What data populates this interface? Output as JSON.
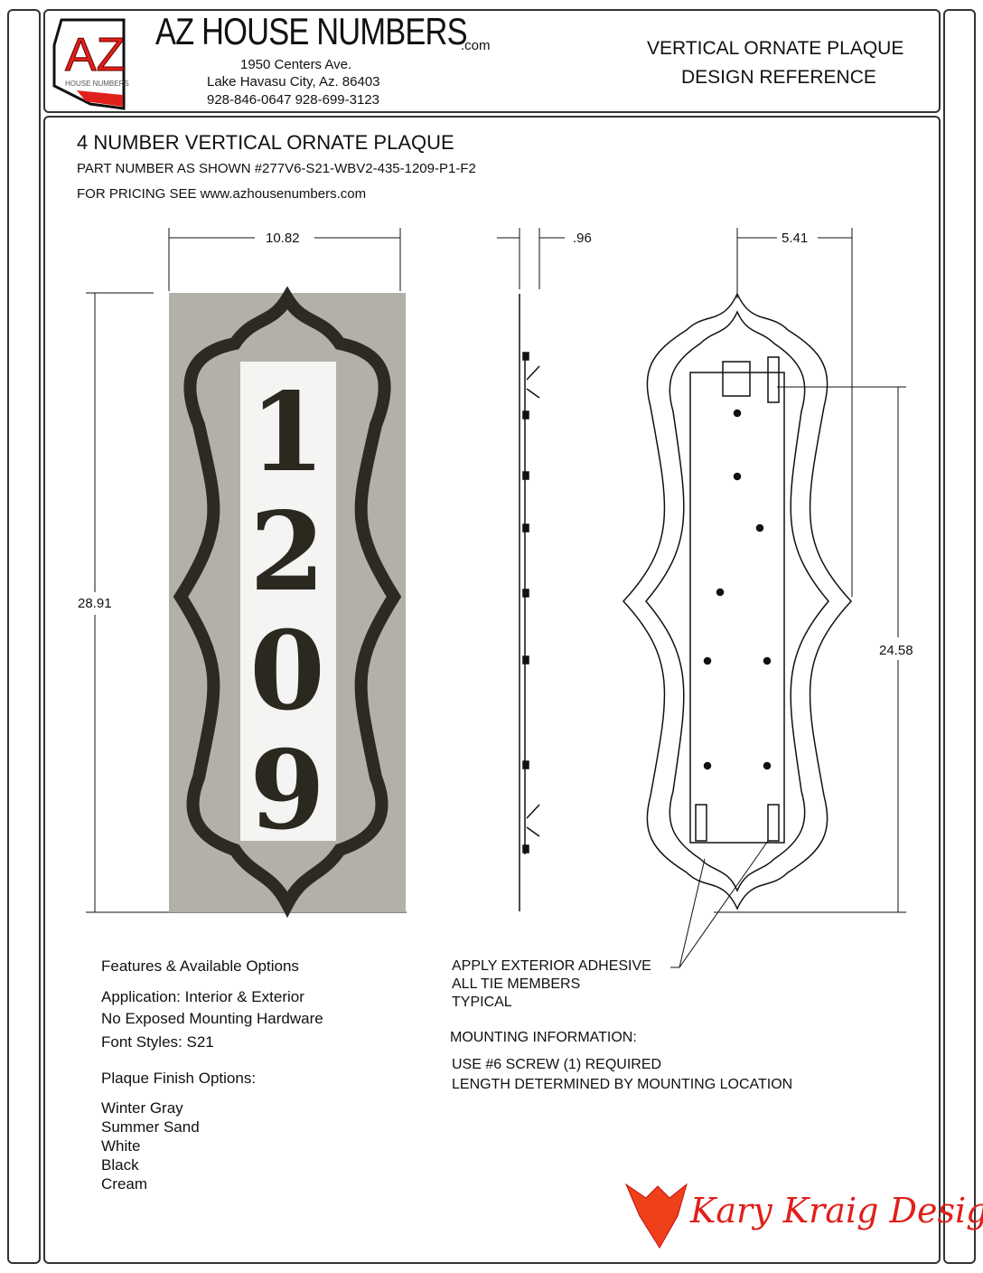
{
  "header": {
    "logo_text": "AZ",
    "logo_subtext": "HOUSE NUMBERS",
    "company_name": "AZ HOUSE NUMBERS",
    "company_suffix": ".com",
    "address_line1": "1950 Centers Ave.",
    "address_line2": "Lake Havasu City, Az. 86403",
    "phones": "928-846-0647  928-699-3123",
    "doc_title_line1": "VERTICAL ORNATE PLAQUE",
    "doc_title_line2": "DESIGN REFERENCE"
  },
  "product": {
    "title": "4 NUMBER VERTICAL ORNATE PLAQUE",
    "part_number": "PART NUMBER AS SHOWN #277V6-S21-WBV2-435-1209-P1-F2",
    "pricing": "FOR PRICING SEE www.azhousenumbers.com",
    "house_number_digits": [
      "1",
      "2",
      "0",
      "9"
    ]
  },
  "dimensions": {
    "width": "10.82",
    "depth": ".96",
    "half_width": "5.41",
    "height": "28.91",
    "mount_spacing": "24.58"
  },
  "features": {
    "heading": "Features & Available Options",
    "items": [
      "Application: Interior & Exterior",
      "No Exposed Mounting Hardware",
      "Font Styles: S21"
    ],
    "finish_heading": "Plaque Finish Options:",
    "finishes": [
      "Winter Gray",
      "Summer Sand",
      "White",
      "Black",
      "Cream"
    ]
  },
  "notes": {
    "adhesive": [
      "APPLY EXTERIOR ADHESIVE",
      "ALL TIE MEMBERS",
      "TYPICAL"
    ],
    "mounting_heading": "MOUNTING INFORMATION:",
    "mounting": [
      "USE #6 SCREW (1) REQUIRED",
      "LENGTH DETERMINED BY MOUNTING LOCATION"
    ]
  },
  "designer": {
    "name": "Kary Kraig Design",
    "color": "#e0201a"
  }
}
